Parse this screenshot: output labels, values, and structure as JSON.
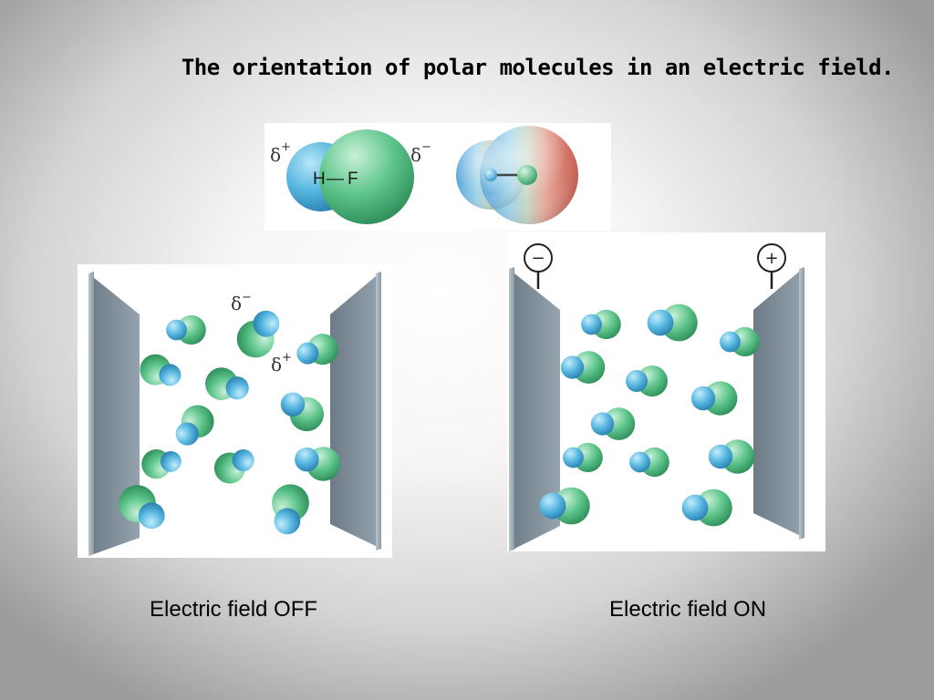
{
  "title": "The orientation of polar molecules in an electric field.",
  "hf_model": {
    "partial_positive": "δ",
    "partial_positive_sign": "+",
    "partial_negative": "δ",
    "partial_negative_sign": "−",
    "atom_h": "H",
    "bond": "—",
    "atom_f": "F"
  },
  "field_off": {
    "caption": "Electric field OFF",
    "delta_neg": "δ",
    "delta_neg_sign": "−",
    "delta_pos": "δ",
    "delta_pos_sign": "+"
  },
  "field_on": {
    "caption": "Electric field ON",
    "negative_terminal": "−",
    "positive_terminal": "+"
  },
  "colors": {
    "hydrogen": "#56b6e0",
    "fluorine": "#5cc48a",
    "plate": "#7f8f9c",
    "negative_region": "#d46a5a",
    "positive_region": "#5aa5d8"
  }
}
